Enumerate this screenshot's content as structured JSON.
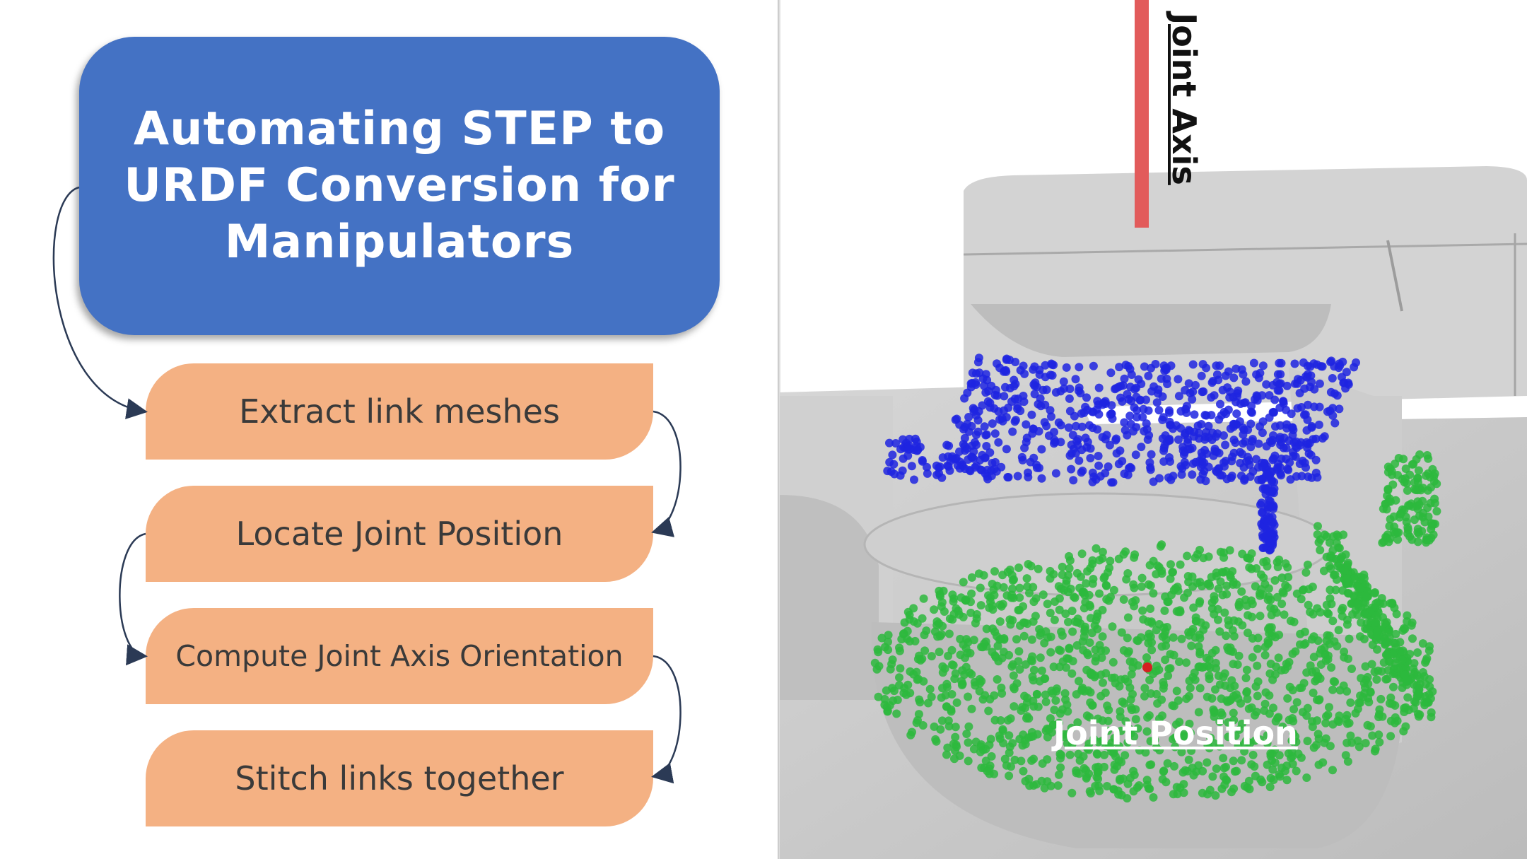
{
  "title": "Automating STEP to URDF Conversion for Manipulators",
  "steps": [
    "Extract link meshes",
    "Locate Joint Position",
    "Compute Joint Axis Orientation",
    "Stitch links together"
  ],
  "viz": {
    "axis_label": "Joint Axis",
    "position_label": "Joint Position",
    "colors": {
      "title_box": "#4472c4",
      "step_box": "#f4b183",
      "upper_points": "#1f25e0",
      "lower_points": "#2db83d",
      "axis_line": "#e25b5b",
      "joint_point": "#d42020",
      "mesh": "#c9c9c9"
    }
  }
}
